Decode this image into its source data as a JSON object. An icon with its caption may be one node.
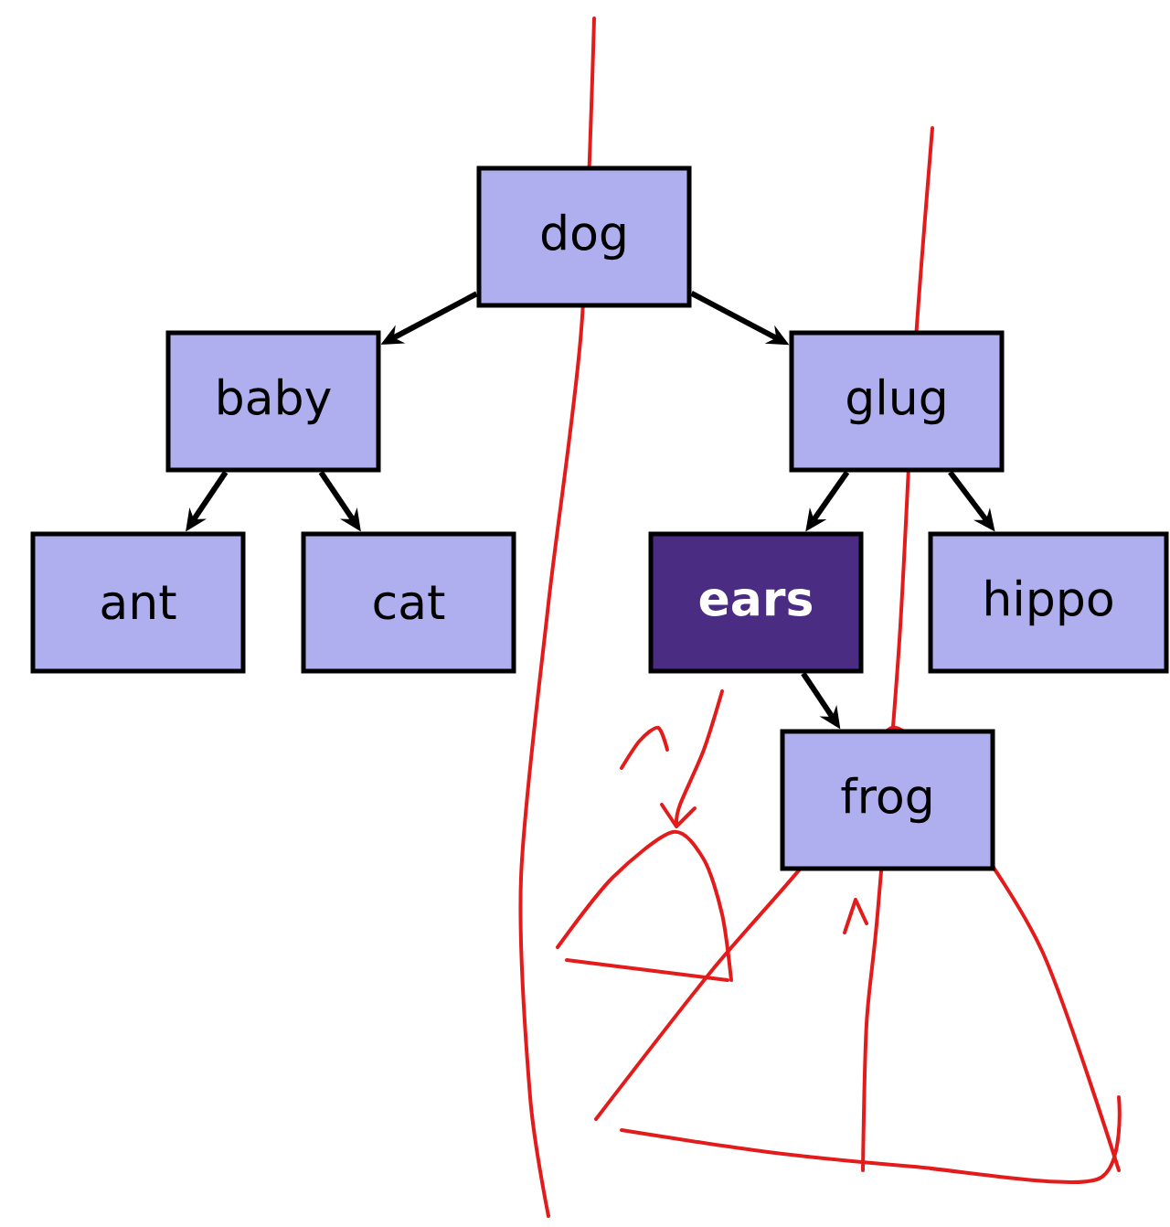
{
  "diagram": {
    "nodes": [
      {
        "text": [
          "dog"
        ]
      },
      {
        "text": [
          "baby"
        ]
      },
      {
        "text": [
          "glug"
        ]
      },
      {
        "text": [
          "ant"
        ]
      },
      {
        "text": [
          "cat"
        ]
      },
      {
        "text": [
          "ears"
        ]
      },
      {
        "text": [
          "hippo"
        ]
      },
      {
        "text": [
          "frog"
        ]
      }
    ],
    "edges": [
      {
        "from": 0,
        "to": 1,
        "arrow": "to"
      },
      {
        "from": 0,
        "to": 2,
        "arrow": "to"
      },
      {
        "from": 1,
        "to": 3,
        "arrow": "to"
      },
      {
        "from": 1,
        "to": 4,
        "arrow": "to"
      },
      {
        "from": 2,
        "to": 5,
        "arrow": "to"
      },
      {
        "from": 2,
        "to": 6,
        "arrow": "to"
      },
      {
        "from": 5,
        "to": 7,
        "arrow": "to"
      }
    ]
  }
}
